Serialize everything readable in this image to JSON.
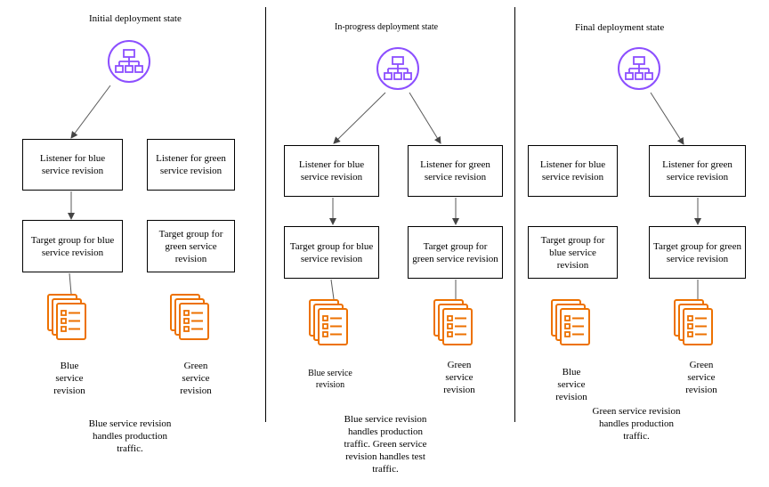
{
  "panels": [
    {
      "title": "Initial deployment state",
      "blue_listener": "Listener for blue service revision",
      "green_listener": "Listener for green service revision",
      "blue_target": "Target group for blue service revision",
      "green_target": "Target group for green service revision",
      "blue_service": "Blue service revision",
      "green_service": "Green service revision",
      "caption": "Blue service revision handles production traffic."
    },
    {
      "title": "In-progress deployment state",
      "blue_listener": "Listener for blue service revision",
      "green_listener": "Listener for green service revision",
      "blue_target": "Target group for blue service revision",
      "green_target": "Target group for green service revision",
      "blue_service": "Blue service revision",
      "green_service": "Green service revision",
      "caption": "Blue service revision handles production traffic. Green service revision handles test traffic."
    },
    {
      "title": "Final deployment state",
      "blue_listener": "Listener for blue service revision",
      "green_listener": "Listener for green service revision",
      "blue_target": "Target group for blue service revision",
      "green_target": "Target group for green service revision",
      "blue_service": "Blue service revision",
      "green_service": "Green service revision",
      "caption": "Green service revision handles production traffic."
    }
  ],
  "colors": {
    "load_balancer_icon": "#8c4fff",
    "service_icon": "#ed7100",
    "lines": "#5a5a5a"
  },
  "icons": {
    "load_balancer": "load-balancer-icon",
    "service": "service-revision-icon"
  }
}
